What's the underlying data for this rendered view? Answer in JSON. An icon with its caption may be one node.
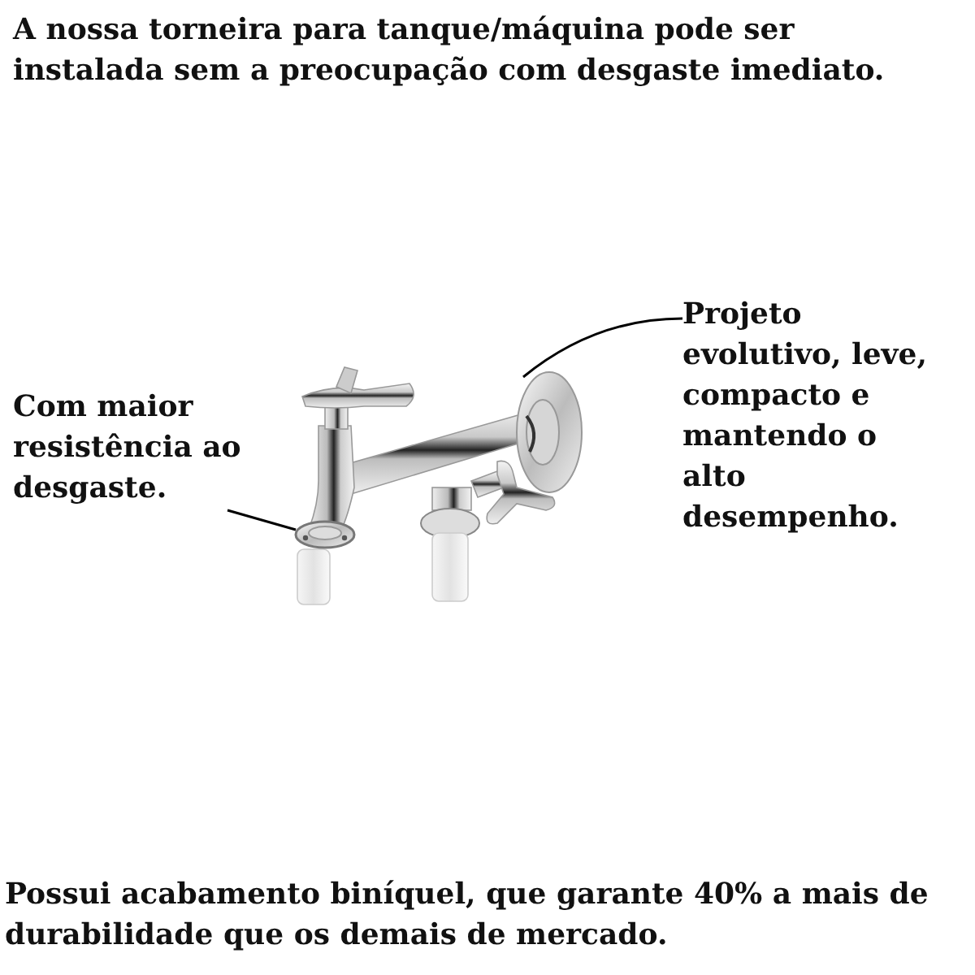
{
  "diagram": {
    "title": "A nossa torneira para tanque/máquina pode ser instalada sem a preocupação com desgaste imediato.",
    "nodes": [
      {
        "text": [
          "Com maior resistência ao desgaste."
        ]
      },
      {
        "text": [],
        "shape": "picture"
      },
      {
        "text": [
          "Projeto evolutivo, leve, compacto e mantendo o alto desempenho."
        ]
      },
      {
        "text": [],
        "shape": "picture"
      }
    ],
    "edges": [
      {
        "from": 0,
        "to": 1,
        "arrow": "none"
      },
      {
        "from": 2,
        "to": 3,
        "arrow": "none"
      }
    ],
    "caption": "Possui acabamento biníquel, que garante 40% a mais de durabilidade que os demais de mercado."
  }
}
